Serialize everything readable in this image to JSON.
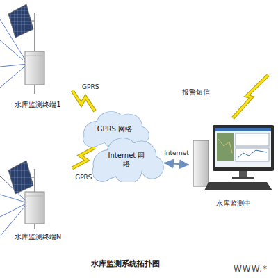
{
  "diagram": {
    "title": "水库监测系统拓扑图",
    "nodes": [
      {
        "text": [
          "水库监测终端1"
        ]
      },
      {
        "text": [
          "水库监测终端N"
        ]
      },
      {
        "text": [
          "GPRS 网络"
        ]
      },
      {
        "text": [
          "Internet 网络"
        ]
      },
      {
        "text": [
          "水库监测中"
        ]
      }
    ],
    "edges": [
      {
        "from": 0,
        "to": 2,
        "label": "GPRS",
        "arrow": "none"
      },
      {
        "from": 1,
        "to": 2,
        "label": "GPRS",
        "arrow": "none"
      },
      {
        "from": 3,
        "to": 4,
        "label": "Internet",
        "arrow": "both"
      }
    ],
    "labels": [
      "报警短信",
      "WWW.*"
    ]
  }
}
